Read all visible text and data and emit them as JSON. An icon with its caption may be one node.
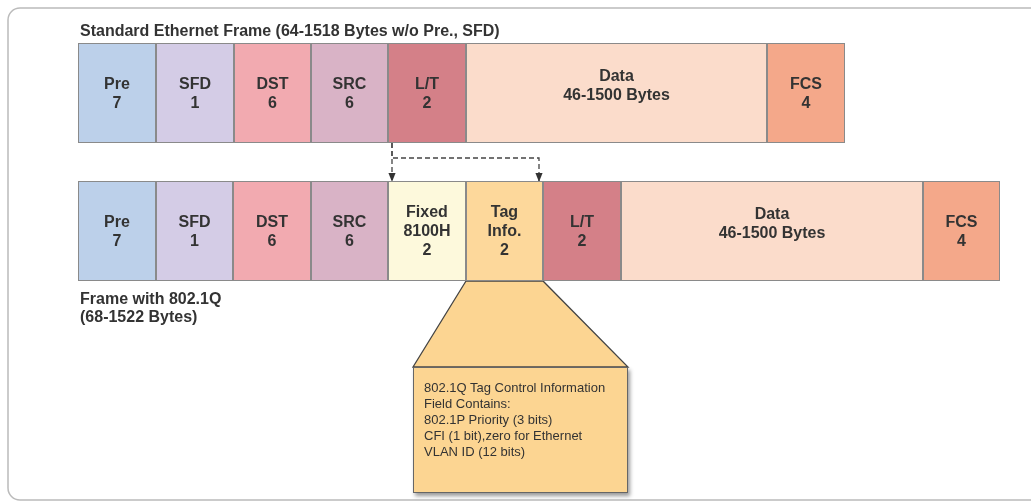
{
  "diagram": {
    "nodes": [
      {
        "text": [
          "Pre",
          "7"
        ]
      },
      {
        "text": [
          "SFD",
          "1"
        ]
      },
      {
        "text": [
          "DST",
          "6"
        ]
      },
      {
        "text": [
          "SRC",
          "6"
        ]
      },
      {
        "text": [
          "L/T",
          "2"
        ]
      },
      {
        "text": [
          "Data",
          "46-1500 Bytes"
        ]
      },
      {
        "text": [
          "FCS",
          "4"
        ]
      },
      {
        "text": [
          "Pre",
          "7"
        ]
      },
      {
        "text": [
          "SFD",
          "1"
        ]
      },
      {
        "text": [
          "DST",
          "6"
        ]
      },
      {
        "text": [
          "SRC",
          "6"
        ]
      },
      {
        "text": [
          "Fixed",
          "8100H",
          "2"
        ]
      },
      {
        "text": [
          "Tag",
          "Info.",
          "2"
        ]
      },
      {
        "text": [
          "L/T",
          "2"
        ]
      },
      {
        "text": [
          "Data",
          "46-1500 Bytes"
        ]
      },
      {
        "text": [
          "FCS",
          "4"
        ]
      },
      {
        "text": [
          "802.1Q Tag Control Information Field Contains:",
          "802.1P Priority (3 bits)",
          "CFI (1 bit),zero for Ethernet",
          "VLAN ID (12 bits)"
        ]
      }
    ],
    "edges": [
      {
        "from": 4,
        "to": 11,
        "arrow": "to",
        "style": "dashed"
      },
      {
        "from": 4,
        "to": 12,
        "arrow": "to",
        "style": "dashed"
      },
      {
        "from": 12,
        "to": 16,
        "arrow": "none"
      }
    ],
    "labels": [
      "Standard Ethernet Frame (64-1518 Bytes w/o Pre., SFD)",
      "Frame with 802.1Q (68-1522 Bytes)"
    ]
  }
}
